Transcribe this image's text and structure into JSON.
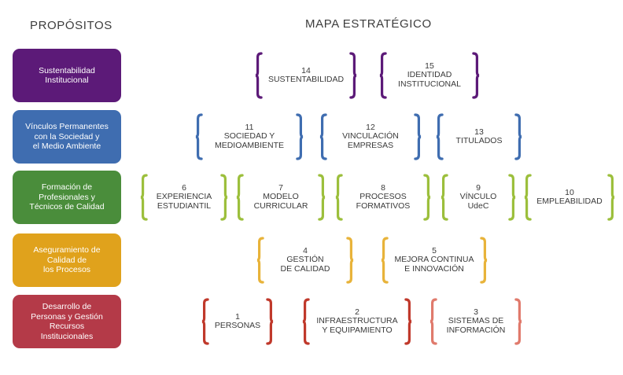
{
  "header": {
    "left_title": "PROPÓSITOS",
    "right_title": "MAPA ESTRATÉGICO"
  },
  "colors": {
    "purple": "#5c1a78",
    "blue": "#3f6db0",
    "green": "#4a8d3b",
    "gold": "#e0a21c",
    "red": "#b43a48",
    "brace_purple": "#5c1a78",
    "brace_blue": "#3f6db0",
    "brace_green": "#9cbf3c",
    "brace_gold": "#e8b33a",
    "brace_red": "#c0392b",
    "brace_salmon": "#e07a6c"
  },
  "rows": [
    {
      "purpose": "Sustentabilidad\nInstitucional",
      "objectives": [
        {
          "number": "14",
          "label": "SUSTENTABILIDAD"
        },
        {
          "number": "15",
          "label": "IDENTIDAD\nINSTITUCIONAL"
        }
      ]
    },
    {
      "purpose": "Vínculos Permanentes\ncon la Sociedad y\nel Medio Ambiente",
      "objectives": [
        {
          "number": "11",
          "label": "SOCIEDAD Y\nMEDIOAMBIENTE"
        },
        {
          "number": "12",
          "label": "VINCULACIÓN\nEMPRESAS"
        },
        {
          "number": "13",
          "label": "TITULADOS"
        }
      ]
    },
    {
      "purpose": "Formación de\nProfesionales y\nTécnicos de Calidad",
      "objectives": [
        {
          "number": "6",
          "label": "EXPERIENCIA\nESTUDIANTIL"
        },
        {
          "number": "7",
          "label": "MODELO\nCURRICULAR"
        },
        {
          "number": "8",
          "label": "PROCESOS\nFORMATIVOS"
        },
        {
          "number": "9",
          "label": "VÍNCULO\nUdeC"
        },
        {
          "number": "10",
          "label": "EMPLEABILIDAD"
        }
      ]
    },
    {
      "purpose": "Aseguramiento de\nCalidad de\nlos Procesos",
      "objectives": [
        {
          "number": "4",
          "label": "GESTIÓN\nDE CALIDAD"
        },
        {
          "number": "5",
          "label": "MEJORA CONTINUA\nE INNOVACIÓN"
        }
      ]
    },
    {
      "purpose": "Desarrollo de\nPersonas y Gestión\nRecursos\nInstitucionales",
      "objectives": [
        {
          "number": "1",
          "label": "PERSONAS"
        },
        {
          "number": "2",
          "label": "INFRAESTRUCTURA\nY EQUIPAMIENTO"
        },
        {
          "number": "3",
          "label": "SISTEMAS DE\nINFORMACIÓN"
        }
      ]
    }
  ]
}
